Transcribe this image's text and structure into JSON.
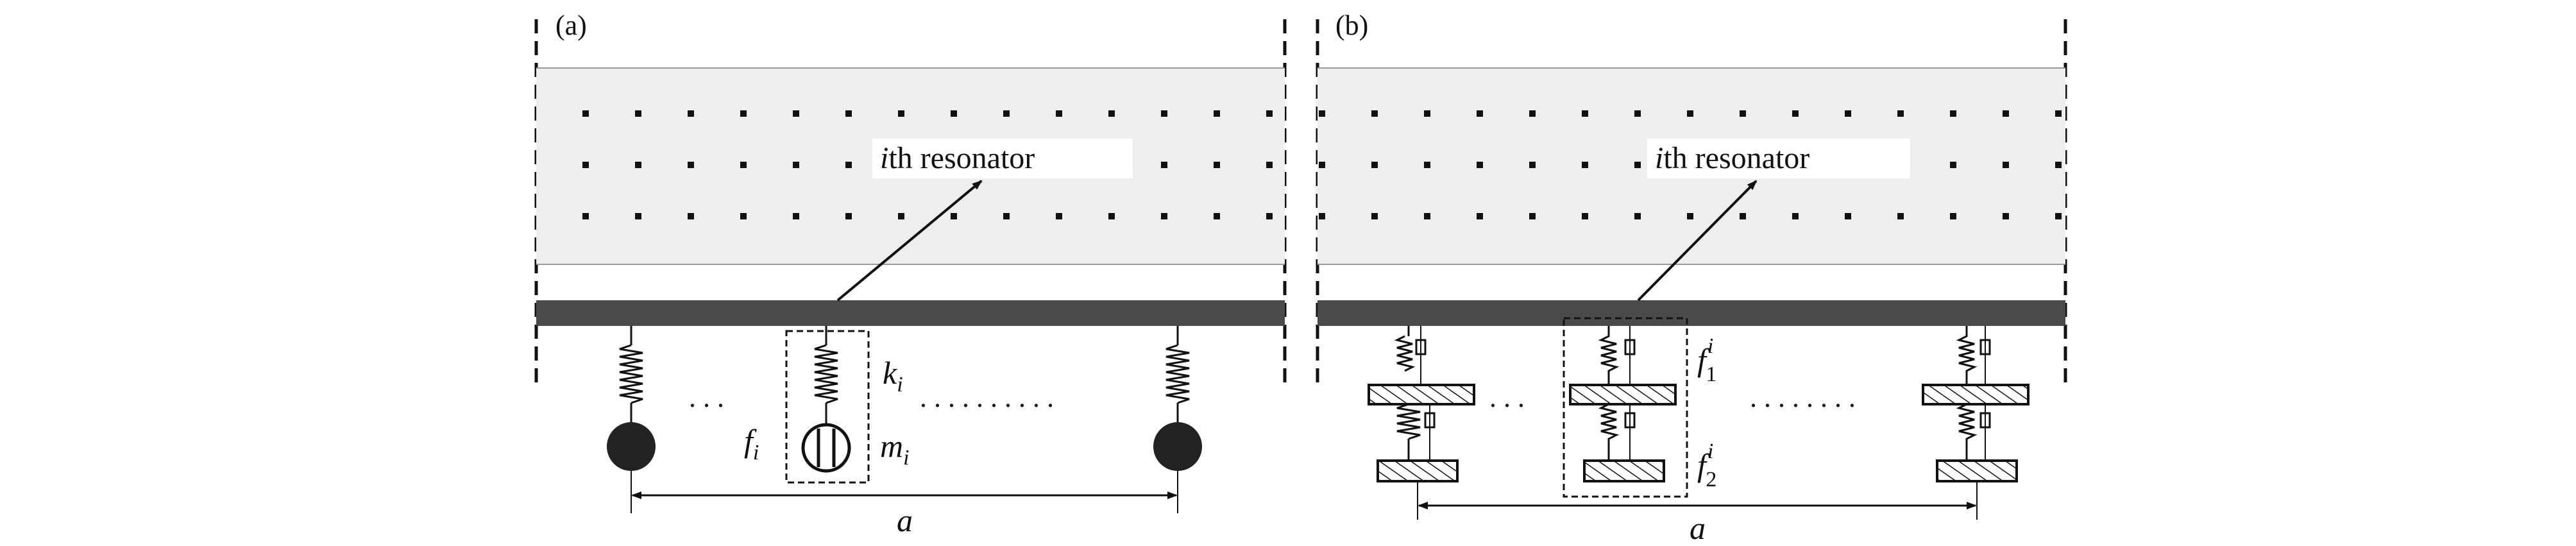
{
  "panel_a": {
    "label": "(a)",
    "resonator_callout": {
      "index": "i",
      "text": "th resonator"
    },
    "spring_label": {
      "base": "k",
      "sub": "i"
    },
    "mass_label": {
      "base": "m",
      "sub": "i"
    },
    "frequency_label": {
      "base": "f",
      "sub": "i"
    },
    "spacing_label": "a",
    "ellipsis": ". . ."
  },
  "panel_b": {
    "label": "(b)",
    "resonator_callout": {
      "index": "i",
      "text": "th resonator"
    },
    "frequency_label_1": {
      "base": "f",
      "sub": "1",
      "sup": "i"
    },
    "frequency_label_2": {
      "base": "f",
      "sub": "2",
      "sup": "i"
    },
    "spacing_label": "a",
    "ellipsis": ". . ."
  }
}
